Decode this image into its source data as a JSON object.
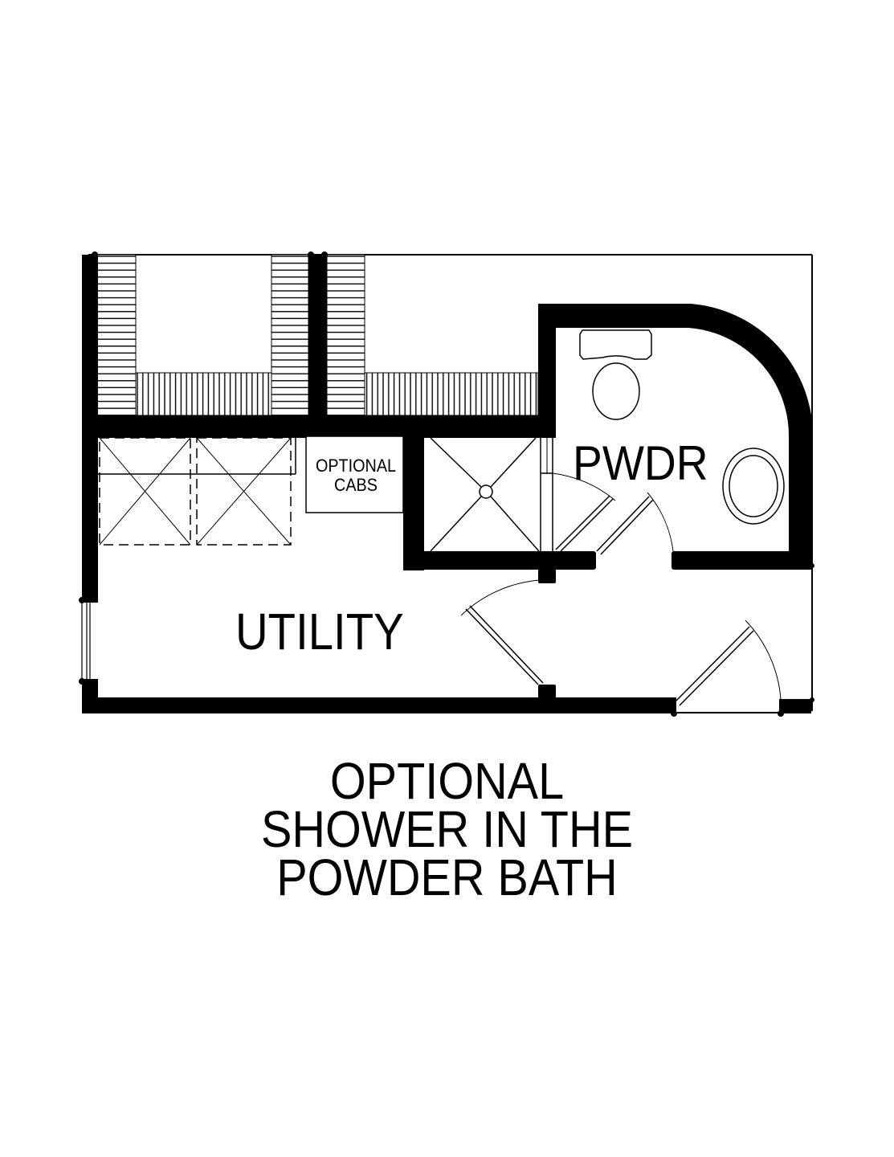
{
  "plan": {
    "rooms": [
      {
        "id": "pwdr",
        "label": "PWDR"
      },
      {
        "id": "utility",
        "label": "UTILITY"
      }
    ],
    "annotations": {
      "optional_cabs_line1": "OPTIONAL",
      "optional_cabs_line2": "CABS"
    },
    "fixtures": [
      "shower-drain",
      "toilet",
      "sink-basin",
      "washer",
      "dryer",
      "optional-cabinets"
    ],
    "colors": {
      "wall": "#000000",
      "background": "#ffffff",
      "line": "#000000"
    }
  },
  "caption": {
    "line1": "OPTIONAL",
    "line2": "SHOWER IN THE",
    "line3": "POWDER BATH"
  }
}
